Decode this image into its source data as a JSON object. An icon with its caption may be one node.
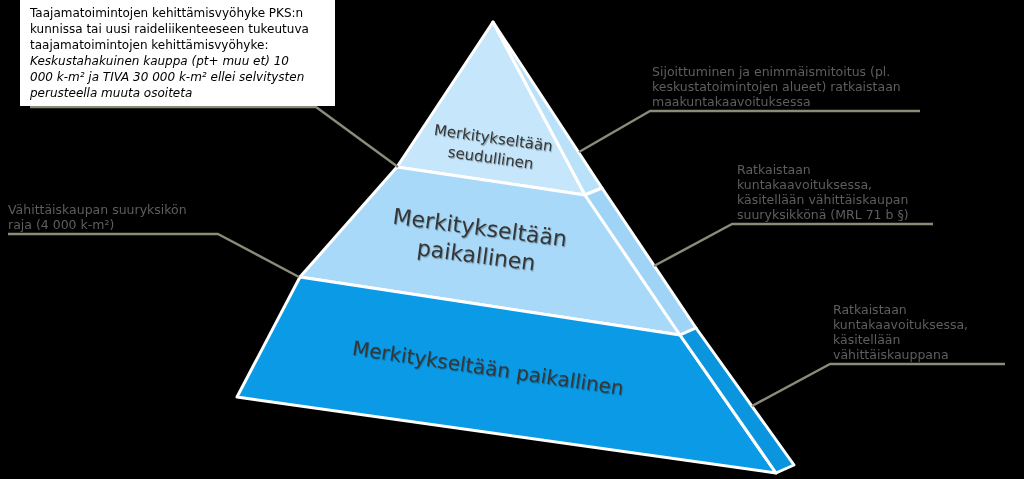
{
  "diagram": {
    "nodes": [
      {
        "text": [
          "Taajamatoimintojen kehittämisvyöhyke PKS:n kunnissa tai uusi raideliikenteeseen tukeutuva taajamatoimintojen kehittämisvyöhyke: *Keskustahakuinen kauppa (pt+ muu et) 10 000 k-m² ja TIVA 30 000 k-m² ellei selvitysten perusteella muuta osoiteta*"
        ]
      },
      {
        "text": [
          "Sijoittuminen ja enimmäismitoitus (pl. keskustatoimintojen alueet) ratkaistaan maakuntakaavoituksessa"
        ]
      },
      {
        "text": [
          "Merkitykseltään seudullinen"
        ]
      },
      {
        "text": [],
        "shape": "band"
      },
      {
        "text": [
          "Vähittäiskaupan suuryksikön raja (4 000 k-m²)"
        ]
      },
      {
        "text": [
          "Ratkaistaan kuntakaavoituksessa, käsitellään vähittäiskaupan suuryksikkönä (MRL 71 b §)"
        ]
      },
      {
        "text": [
          "Merkitykseltään paikallinen"
        ]
      },
      {
        "text": [],
        "shape": "band"
      },
      {
        "text": [
          "Ratkaistaan kuntakaavoituksessa, käsitellään vähittäiskauppana"
        ]
      },
      {
        "text": [
          "Merkitykseltään paikallinen"
        ]
      },
      {
        "text": [],
        "shape": "band"
      }
    ],
    "edges": [
      {
        "from": 0,
        "to": 2,
        "arrow": "none"
      },
      {
        "from": 1,
        "to": 3,
        "arrow": "none"
      },
      {
        "from": 4,
        "to": 9,
        "arrow": "none"
      },
      {
        "from": 5,
        "to": 7,
        "arrow": "none"
      },
      {
        "from": 8,
        "to": 10,
        "arrow": "none"
      }
    ]
  }
}
